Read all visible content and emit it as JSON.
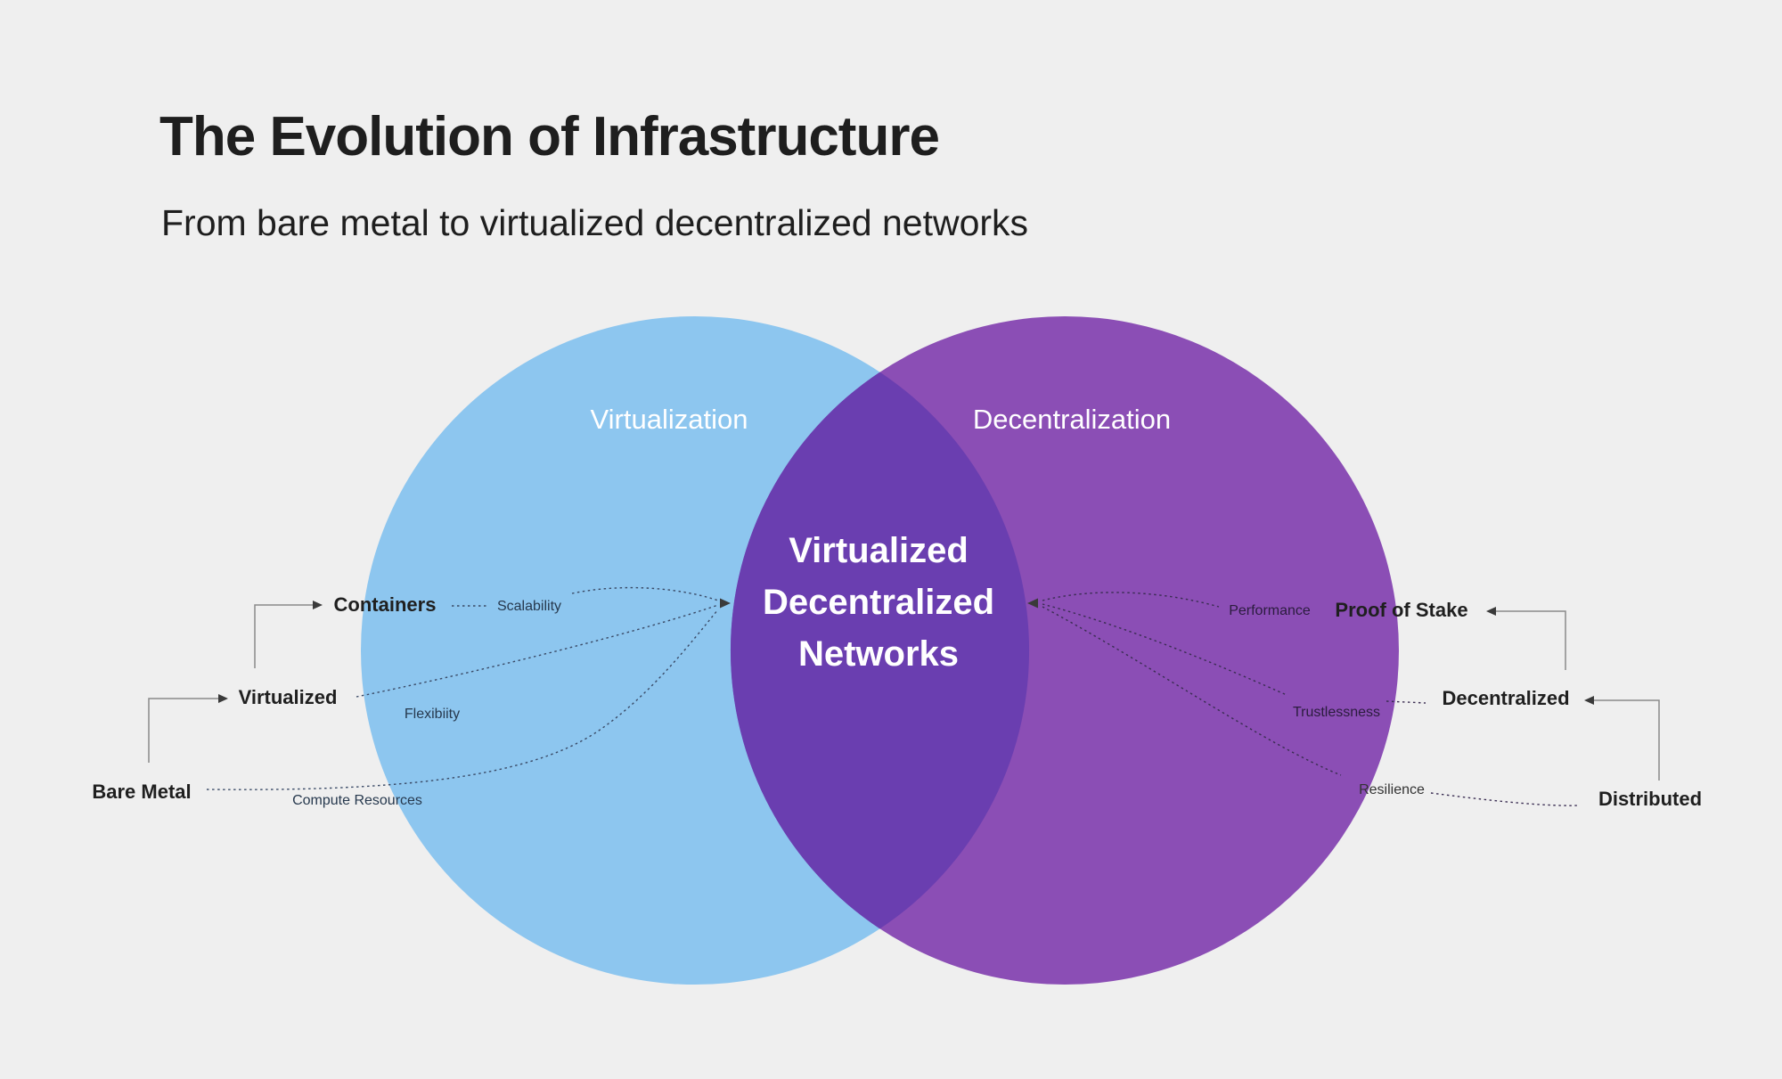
{
  "title": "The Evolution of Infrastructure",
  "subtitle": "From bare metal to virtualized decentralized networks",
  "venn": {
    "left_label": "Virtualization",
    "right_label": "Decentralization",
    "center_label": "Virtualized\nDecentralized\nNetworks"
  },
  "left_chain": {
    "stage_bare_metal": "Bare Metal",
    "stage_virtualized": "Virtualized",
    "stage_containers": "Containers",
    "flow_compute": "Compute Resources",
    "flow_flexibility": "Flexibiity",
    "flow_scalability": "Scalability"
  },
  "right_chain": {
    "stage_distributed": "Distributed",
    "stage_decentralized": "Decentralized",
    "stage_proof_of_stake": "Proof of Stake",
    "flow_resilience": "Resilience",
    "flow_trustlessness": "Trustlessness",
    "flow_performance": "Performance"
  },
  "colors": {
    "background": "#efefef",
    "left_circle": "#8dc6ef",
    "right_circle": "#8b4eb5",
    "overlap": "#6a3eb0",
    "heading_text": "#1e1e1e",
    "stage_text": "#1f1f1f",
    "circle_text": "#ffffff",
    "center_text": "#ffffff",
    "flow_text_left": "#27394e",
    "flow_text_right": "#2b1c3e",
    "flow_text_neutral": "#333333",
    "connector_line": "#8a8a8a",
    "arrowhead": "#3a3a3a",
    "dotted_left": "#3a4a66",
    "dotted_right": "#3a2d52"
  }
}
